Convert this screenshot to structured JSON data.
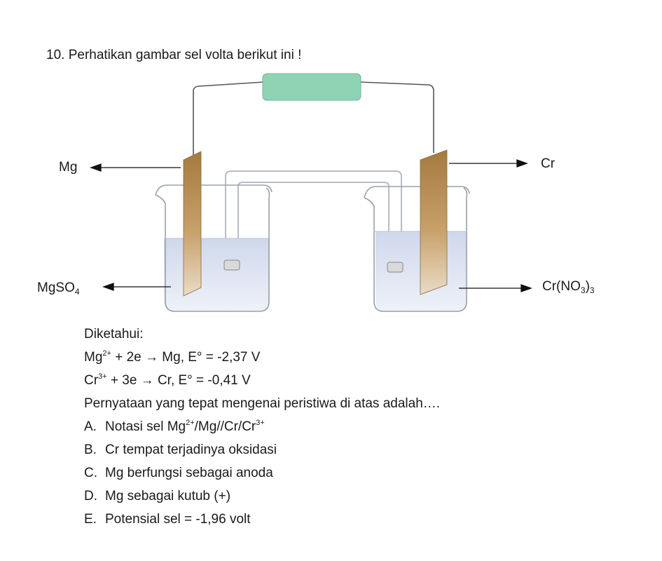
{
  "question": {
    "number": "10.",
    "prompt": "Perhatikan gambar sel volta berikut ini !"
  },
  "diagram": {
    "left_electrode": "Mg",
    "right_electrode": "Cr",
    "left_solution": {
      "base": "MgSO",
      "sub": "4"
    },
    "right_solution": {
      "base": "Cr(NO",
      "sub1": "3",
      "mid": ")",
      "sub2": "3"
    },
    "colors": {
      "voltmeter": "#8fd3b5",
      "electrode": "#b58a4f",
      "solution": "#dbe3f2",
      "beaker": "#9aa0aa"
    }
  },
  "given": {
    "heading": "Diketahui:",
    "eq1": {
      "a": "Mg",
      "a_sup": "2+",
      "b": " + 2e → Mg, E° = -2,37 V"
    },
    "eq2": {
      "a": "Cr",
      "a_sup": "3+",
      "b": " + 3e → Cr, E° = -0,41 V"
    }
  },
  "statement": "Pernyataan yang tepat mengenai peristiwa di atas adalah….",
  "options": [
    {
      "letter": "A.",
      "t1": "Notasi sel Mg",
      "s1": "2+",
      "t2": "/Mg//Cr/Cr",
      "s2": "3+"
    },
    {
      "letter": "B.",
      "text": "Cr tempat terjadinya oksidasi"
    },
    {
      "letter": "C.",
      "text": "Mg berfungsi sebagai anoda"
    },
    {
      "letter": "D.",
      "text": "Mg sebagai kutub (+)"
    },
    {
      "letter": "E.",
      "text": "Potensial sel = -1,96 volt"
    }
  ]
}
